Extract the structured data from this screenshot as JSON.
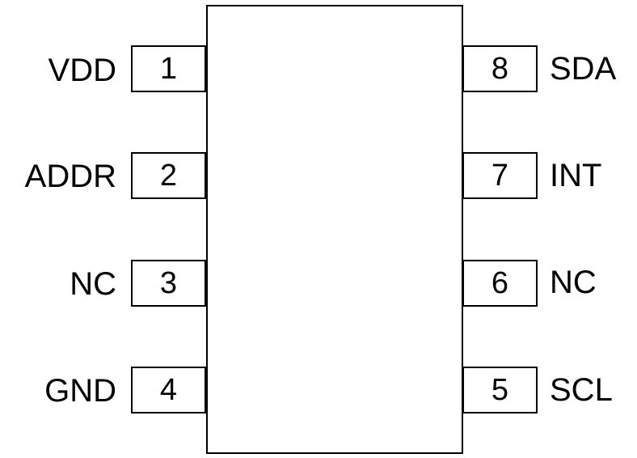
{
  "left_pins": [
    {
      "number": "1",
      "name": "VDD"
    },
    {
      "number": "2",
      "name": "ADDR"
    },
    {
      "number": "3",
      "name": "NC"
    },
    {
      "number": "4",
      "name": "GND"
    }
  ],
  "right_pins": [
    {
      "number": "8",
      "name": "SDA"
    },
    {
      "number": "7",
      "name": "INT"
    },
    {
      "number": "6",
      "name": "NC"
    },
    {
      "number": "5",
      "name": "SCL"
    }
  ]
}
